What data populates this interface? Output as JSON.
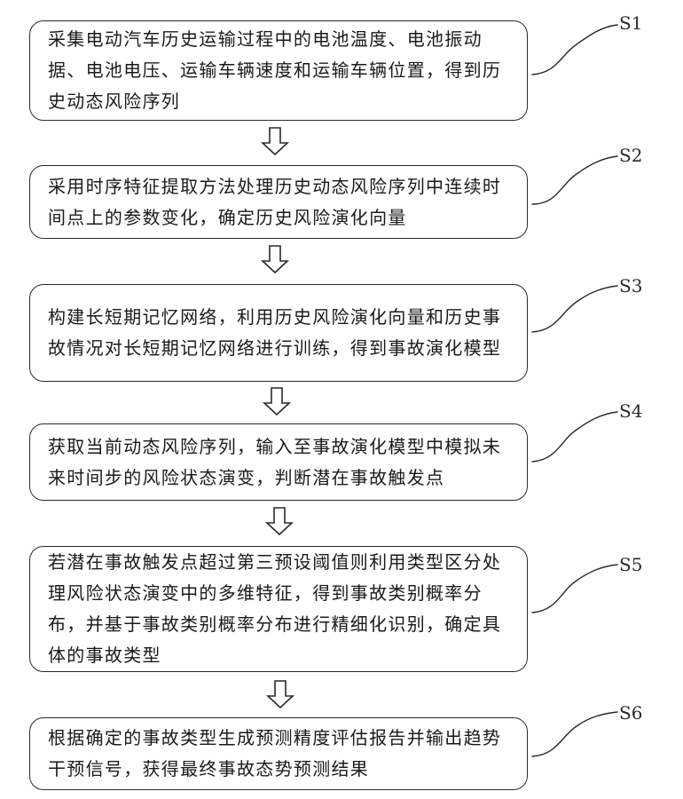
{
  "steps": [
    {
      "label": "S1",
      "text": "采集电动汽车历史运输过程中的电池温度、电池振动据、电池电压、运输车辆速度和运输车辆位置，得到历史动态风险序列"
    },
    {
      "label": "S2",
      "text": "采用时序特征提取方法处理历史动态风险序列中连续时间点上的参数变化，确定历史风险演化向量"
    },
    {
      "label": "S3",
      "text": "构建长短期记忆网络，利用历史风险演化向量和历史事故情况对长短期记忆网络进行训练，得到事故演化模型"
    },
    {
      "label": "S4",
      "text": "获取当前动态风险序列，输入至事故演化模型中模拟未来时间步的风险状态演变，判断潜在事故触发点"
    },
    {
      "label": "S5",
      "text": "若潜在事故触发点超过第三预设阈值则利用类型区分处理风险状态演变中的多维特征，得到事故类别概率分布，并基于事故类别概率分布进行精细化识别，确定具体的事故类型"
    },
    {
      "label": "S6",
      "text": "根据确定的事故类型生成预测精度评估报告并输出趋势干预信号，获得最终事故态势预测结果"
    }
  ],
  "colors": {
    "stroke": "#2a2a2a",
    "background": "#ffffff"
  }
}
